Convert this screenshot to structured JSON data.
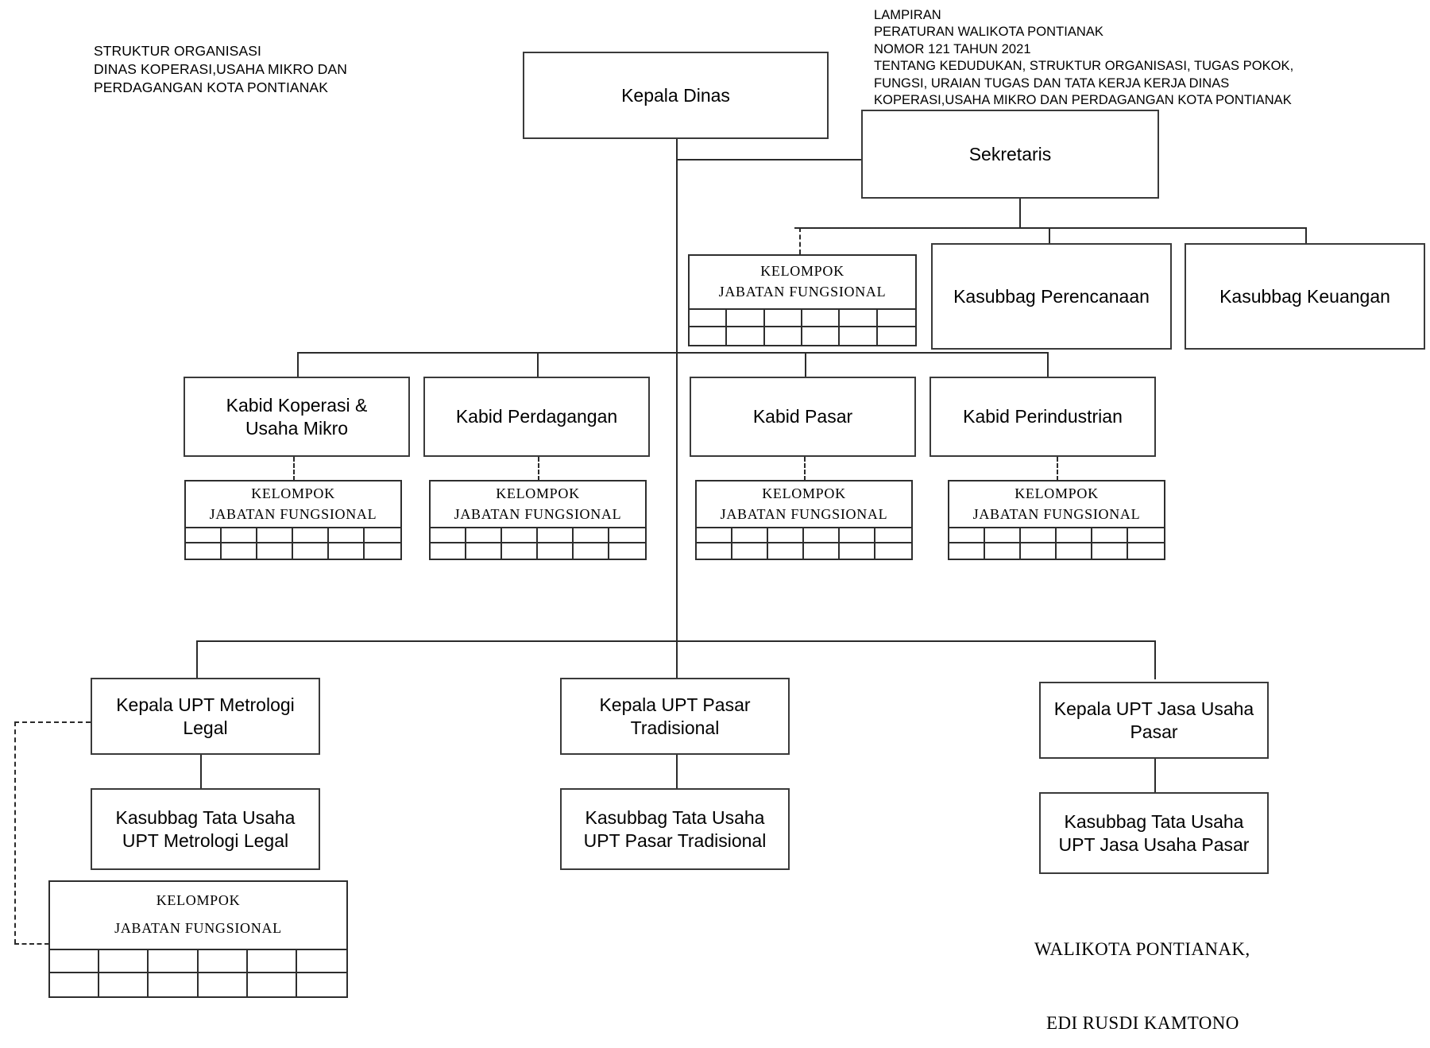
{
  "document": {
    "title_left": "STRUKTUR ORGANISASI\nDINAS KOPERASI,USAHA MIKRO DAN\nPERDAGANGAN KOTA PONTIANAK",
    "legal_note": "LAMPIRAN\nPERATURAN  WALIKOTA PONTIANAK\nNOMOR  121  TAHUN 2021\nTENTANG KEDUDUKAN, STRUKTUR ORGANISASI, TUGAS POKOK,\nFUNGSI, URAIAN TUGAS  DAN TATA KERJA KERJA DINAS\nKOPERASI,USAHA MIKRO DAN PERDAGANGAN KOTA PONTIANAK"
  },
  "signature": {
    "title": "WALIKOTA PONTIANAK,",
    "name": "EDI RUSDI KAMTONO"
  },
  "kjf": {
    "line1": "KELOMPOK",
    "line2": "JABATAN FUNGSIONAL",
    "columns": 6,
    "rows": 2
  },
  "chart_data": {
    "type": "diagram",
    "diagram_kind": "organizational-chart",
    "nodes": [
      {
        "id": "kepala-dinas",
        "label": "Kepala Dinas",
        "level": 0
      },
      {
        "id": "sekretaris",
        "label": "Sekretaris",
        "level": 1
      },
      {
        "id": "kjf-sekretariat",
        "label": "KELOMPOK JABATAN FUNGSIONAL",
        "level": 2,
        "type": "kjf"
      },
      {
        "id": "kasubbag-perencanaan",
        "label": "Kasubbag Perencanaan",
        "level": 2
      },
      {
        "id": "kasubbag-keuangan",
        "label": "Kasubbag Keuangan",
        "level": 2
      },
      {
        "id": "kabid-koperasi",
        "label": "Kabid Koperasi &\nUsaha Mikro",
        "level": 2
      },
      {
        "id": "kabid-perdagangan",
        "label": "Kabid Perdagangan",
        "level": 2
      },
      {
        "id": "kabid-pasar",
        "label": "Kabid Pasar",
        "level": 2
      },
      {
        "id": "kabid-perindustrian",
        "label": "Kabid Perindustrian",
        "level": 2
      },
      {
        "id": "kjf-koperasi",
        "label": "KELOMPOK JABATAN FUNGSIONAL",
        "level": 3,
        "type": "kjf"
      },
      {
        "id": "kjf-perdagangan",
        "label": "KELOMPOK JABATAN FUNGSIONAL",
        "level": 3,
        "type": "kjf"
      },
      {
        "id": "kjf-pasar",
        "label": "KELOMPOK JABATAN FUNGSIONAL",
        "level": 3,
        "type": "kjf"
      },
      {
        "id": "kjf-perindustrian",
        "label": "KELOMPOK JABATAN FUNGSIONAL",
        "level": 3,
        "type": "kjf"
      },
      {
        "id": "upt-metrologi",
        "label": "Kepala UPT Metrologi\nLegal",
        "level": 3
      },
      {
        "id": "upt-pasar-tradisional",
        "label": "Kepala UPT Pasar\nTradisional",
        "level": 3
      },
      {
        "id": "upt-jasa-usaha",
        "label": "Kepala UPT Jasa Usaha\nPasar",
        "level": 3
      },
      {
        "id": "tu-metrologi",
        "label": "Kasubbag Tata Usaha\nUPT Metrologi Legal",
        "level": 4
      },
      {
        "id": "tu-pasar-tradisional",
        "label": "Kasubbag Tata Usaha\nUPT Pasar Tradisional",
        "level": 4
      },
      {
        "id": "tu-jasa-usaha",
        "label": "Kasubbag Tata Usaha\nUPT Jasa Usaha Pasar",
        "level": 4
      },
      {
        "id": "kjf-upt",
        "label": "KELOMPOK JABATAN FUNGSIONAL",
        "level": 5,
        "type": "kjf"
      }
    ],
    "edges": [
      {
        "from": "kepala-dinas",
        "to": "sekretaris",
        "style": "solid"
      },
      {
        "from": "sekretaris",
        "to": "kasubbag-perencanaan",
        "style": "solid"
      },
      {
        "from": "sekretaris",
        "to": "kasubbag-keuangan",
        "style": "solid"
      },
      {
        "from": "sekretaris",
        "to": "kjf-sekretariat",
        "style": "dashed"
      },
      {
        "from": "kepala-dinas",
        "to": "kabid-koperasi",
        "style": "solid"
      },
      {
        "from": "kepala-dinas",
        "to": "kabid-perdagangan",
        "style": "solid"
      },
      {
        "from": "kepala-dinas",
        "to": "kabid-pasar",
        "style": "solid"
      },
      {
        "from": "kepala-dinas",
        "to": "kabid-perindustrian",
        "style": "solid"
      },
      {
        "from": "kabid-koperasi",
        "to": "kjf-koperasi",
        "style": "dashed"
      },
      {
        "from": "kabid-perdagangan",
        "to": "kjf-perdagangan",
        "style": "dashed"
      },
      {
        "from": "kabid-pasar",
        "to": "kjf-pasar",
        "style": "dashed"
      },
      {
        "from": "kabid-perindustrian",
        "to": "kjf-perindustrian",
        "style": "dashed"
      },
      {
        "from": "kepala-dinas",
        "to": "upt-metrologi",
        "style": "solid"
      },
      {
        "from": "kepala-dinas",
        "to": "upt-pasar-tradisional",
        "style": "solid"
      },
      {
        "from": "kepala-dinas",
        "to": "upt-jasa-usaha",
        "style": "solid"
      },
      {
        "from": "upt-metrologi",
        "to": "tu-metrologi",
        "style": "solid"
      },
      {
        "from": "upt-pasar-tradisional",
        "to": "tu-pasar-tradisional",
        "style": "solid"
      },
      {
        "from": "upt-jasa-usaha",
        "to": "tu-jasa-usaha",
        "style": "solid"
      },
      {
        "from": "upt-metrologi",
        "to": "kjf-upt",
        "style": "dashed"
      }
    ]
  },
  "boxes": {
    "kepala_dinas": "Kepala Dinas",
    "sekretaris": "Sekretaris",
    "kasubbag_perencanaan": "Kasubbag Perencanaan",
    "kasubbag_keuangan": "Kasubbag Keuangan",
    "kabid_koperasi_l1": "Kabid Koperasi &",
    "kabid_koperasi_l2": "Usaha Mikro",
    "kabid_perdagangan": "Kabid Perdagangan",
    "kabid_pasar": "Kabid Pasar",
    "kabid_perindustrian": "Kabid Perindustrian",
    "upt_metrologi_l1": "Kepala UPT Metrologi",
    "upt_metrologi_l2": "Legal",
    "upt_pasar_l1": "Kepala UPT Pasar",
    "upt_pasar_l2": "Tradisional",
    "upt_jasa_l1": "Kepala UPT Jasa Usaha",
    "upt_jasa_l2": "Pasar",
    "tu_metrologi_l1": "Kasubbag Tata Usaha",
    "tu_metrologi_l2": "UPT Metrologi Legal",
    "tu_pasar_l1": "Kasubbag Tata Usaha",
    "tu_pasar_l2": "UPT Pasar Tradisional",
    "tu_jasa_l1": "Kasubbag Tata Usaha",
    "tu_jasa_l2": "UPT Jasa Usaha Pasar"
  }
}
